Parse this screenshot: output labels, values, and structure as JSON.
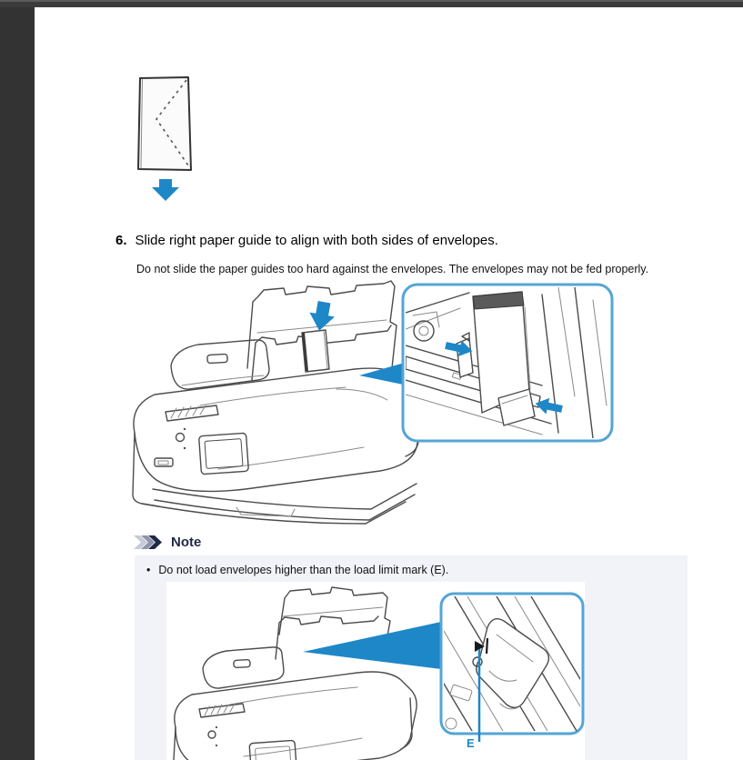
{
  "document": {
    "type": "printer-manual-page",
    "topic": "Loading envelopes in rear tray"
  },
  "step": {
    "number": "6.",
    "title": "Slide right paper guide to align with both sides of envelopes.",
    "body": "Do not slide the paper guides too hard against the envelopes. The envelopes may not be fed properly."
  },
  "note": {
    "heading": "Note",
    "bullet_marker": "•",
    "bullet": "Do not load envelopes higher than the load limit mark (E).",
    "label_e": "E"
  },
  "figures": [
    {
      "name": "envelope-back-with-feed-direction",
      "description": "Envelope shown from back with flap, blue arrow pointing down"
    },
    {
      "name": "printer-slide-paper-guides",
      "description": "Printer with rear tray open, envelope loaded, zoom inset showing both paper guides pushed toward envelope edges with blue arrows"
    },
    {
      "name": "printer-load-limit-mark",
      "description": "Printer with zoom inset showing load limit mark labelled E on right paper guide"
    }
  ],
  "icons": {
    "down_arrow": "solid-blue-down-arrow",
    "note_chevrons": "triple-chevron-right",
    "callout": "zoom-callout-triangle",
    "guide_arrows": "inward-pointing-blue-arrows",
    "load_limit_mark": "small-black-triangle"
  },
  "colors": {
    "accent_blue": "#1e87c8",
    "inset_border": "#54a5d6",
    "note_box_bg": "#f2f3f8",
    "chrome_top_bar": "#3b3b3b",
    "chrome_side_strip": "#333333",
    "line_art": "#4c4c4c",
    "chevron_light": "#c7cbd6",
    "chevron_mid": "#8e95aa",
    "chevron_dark": "#1f2848"
  }
}
